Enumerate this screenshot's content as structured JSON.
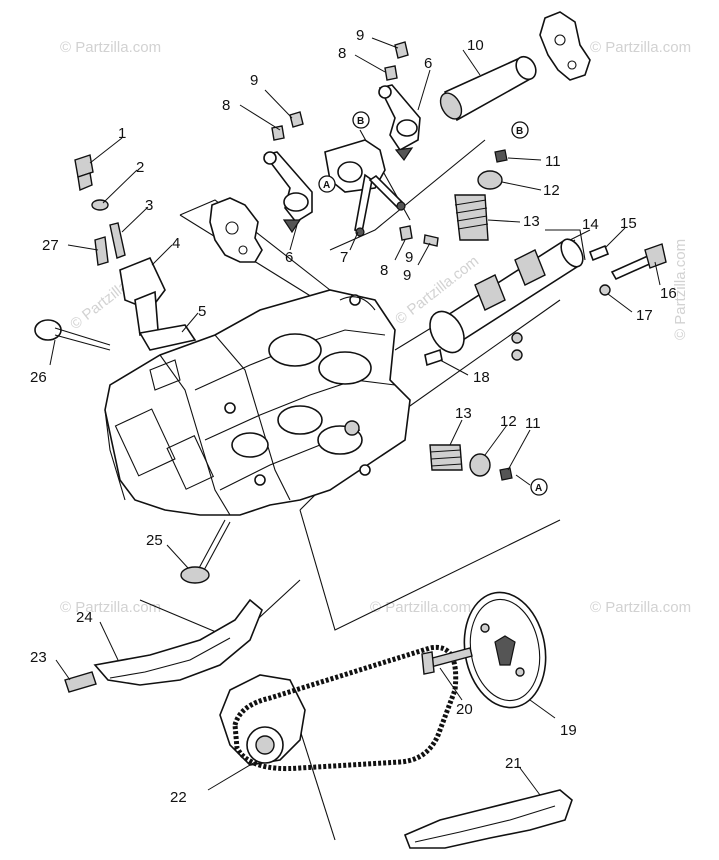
{
  "watermark": "© Partzilla.com",
  "reference_letters": {
    "a": "A",
    "b": "B"
  },
  "callouts": [
    {
      "id": "c1",
      "text": "1"
    },
    {
      "id": "c2",
      "text": "2"
    },
    {
      "id": "c3",
      "text": "3"
    },
    {
      "id": "c4",
      "text": "4"
    },
    {
      "id": "c5",
      "text": "5"
    },
    {
      "id": "c6a",
      "text": "6"
    },
    {
      "id": "c6b",
      "text": "6"
    },
    {
      "id": "c7",
      "text": "7"
    },
    {
      "id": "c8a",
      "text": "8"
    },
    {
      "id": "c8b",
      "text": "8"
    },
    {
      "id": "c8c",
      "text": "8"
    },
    {
      "id": "c9a",
      "text": "9"
    },
    {
      "id": "c9b",
      "text": "9"
    },
    {
      "id": "c9c",
      "text": "9"
    },
    {
      "id": "c9d",
      "text": "9"
    },
    {
      "id": "c10",
      "text": "10"
    },
    {
      "id": "c11a",
      "text": "11"
    },
    {
      "id": "c11b",
      "text": "11"
    },
    {
      "id": "c12a",
      "text": "12"
    },
    {
      "id": "c12b",
      "text": "12"
    },
    {
      "id": "c13a",
      "text": "13"
    },
    {
      "id": "c13b",
      "text": "13"
    },
    {
      "id": "c14",
      "text": "14"
    },
    {
      "id": "c15",
      "text": "15"
    },
    {
      "id": "c16",
      "text": "16"
    },
    {
      "id": "c17",
      "text": "17"
    },
    {
      "id": "c18",
      "text": "18"
    },
    {
      "id": "c19",
      "text": "19"
    },
    {
      "id": "c20",
      "text": "20"
    },
    {
      "id": "c21",
      "text": "21"
    },
    {
      "id": "c22",
      "text": "22"
    },
    {
      "id": "c23",
      "text": "23"
    },
    {
      "id": "c24",
      "text": "24"
    },
    {
      "id": "c25",
      "text": "25"
    },
    {
      "id": "c26",
      "text": "26"
    },
    {
      "id": "c27",
      "text": "27"
    }
  ]
}
